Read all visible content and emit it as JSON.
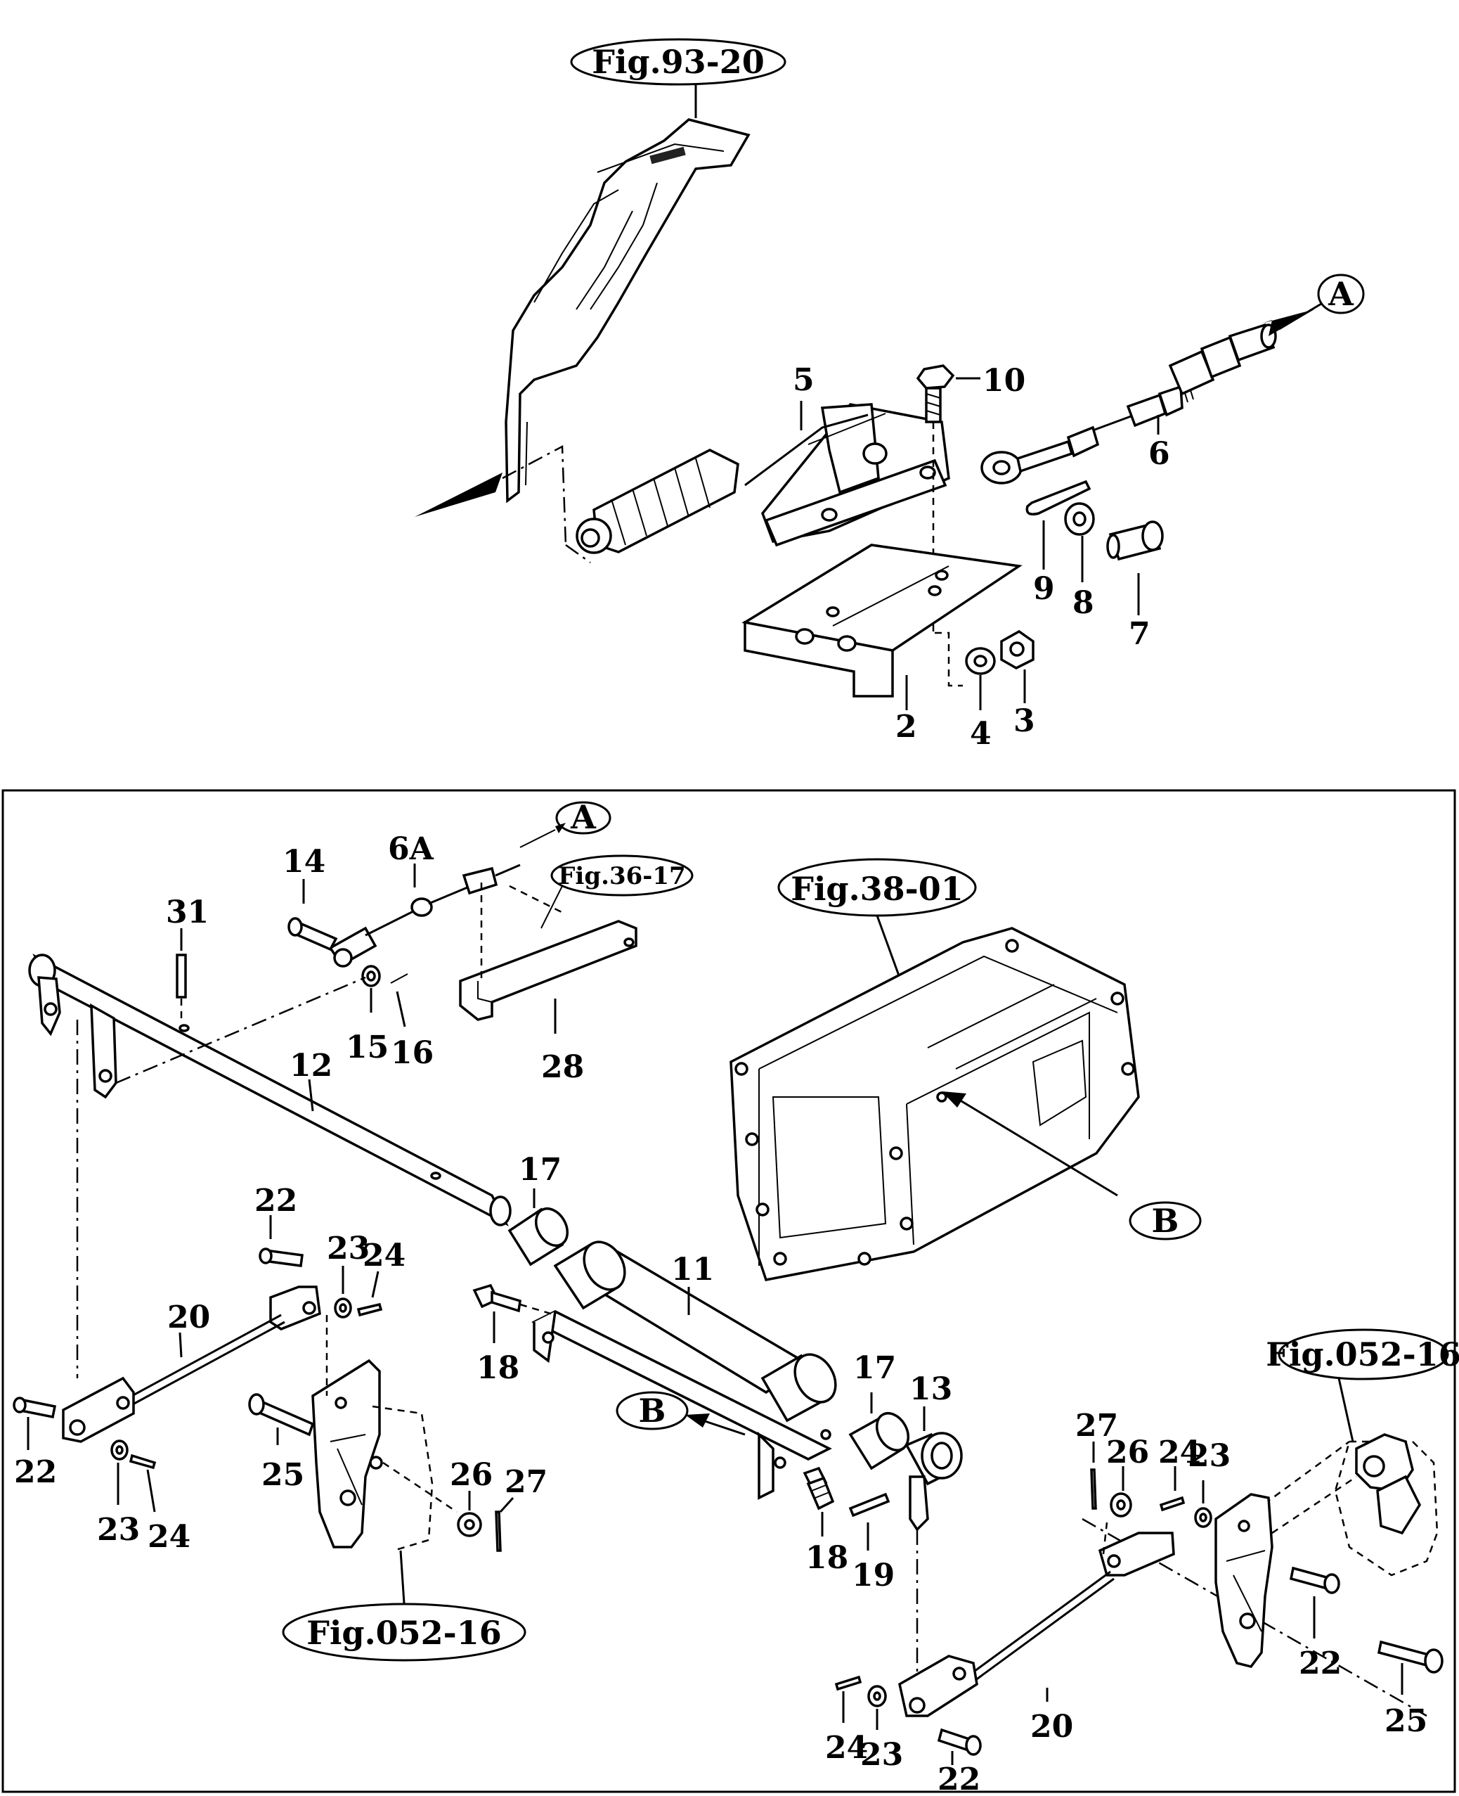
{
  "upper": {
    "refs": {
      "fig93": "Fig.93-20",
      "a_top": "A"
    },
    "labels": {
      "p5": "5",
      "p10": "10",
      "p6": "6",
      "p9": "9",
      "p8": "8",
      "p7": "7",
      "p2": "2",
      "p4": "4",
      "p3": "3"
    }
  },
  "lower": {
    "refs": {
      "a_bottom": "A",
      "fig36": "Fig.36-17",
      "fig38": "Fig.38-01",
      "b_right": "B",
      "b_left": "B",
      "fig052_left": "Fig.052-16",
      "fig052_right": "Fig.052-16"
    },
    "labels": {
      "p14": "14",
      "p6a": "6A",
      "p31": "31",
      "p12": "12",
      "p15": "15",
      "p16": "16",
      "p28": "28",
      "p17a": "17",
      "p22a": "22",
      "p23a": "23",
      "p24a": "24",
      "p20a": "20",
      "p11": "11",
      "p18a": "18",
      "p17b": "17",
      "p13": "13",
      "p22b": "22",
      "p25a": "25",
      "p26a": "26",
      "p27a": "27",
      "p23b": "23",
      "p24b": "24",
      "p18b": "18",
      "p19": "19",
      "p27b": "27",
      "p26b": "26",
      "p24c": "24",
      "p23c": "23",
      "p20b": "20",
      "p22c": "22",
      "p25b": "25",
      "p24d": "24",
      "p23d": "23",
      "p22d": "22"
    }
  }
}
